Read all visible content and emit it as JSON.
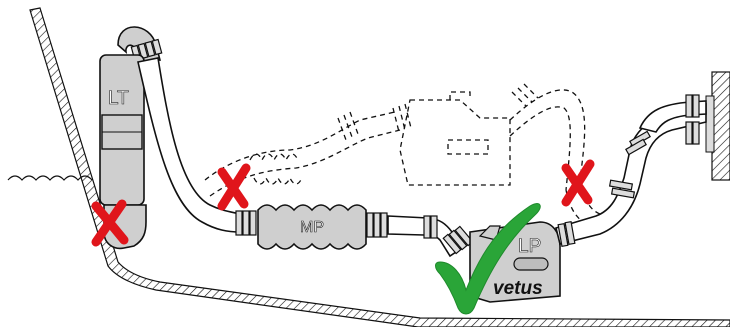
{
  "labels": {
    "lt": "LT",
    "mp": "MP",
    "lp": "LP",
    "brand": "vetus"
  },
  "colors": {
    "hull_line": "#111111",
    "component_fill": "#cfcfcf",
    "hose_fill": "#ffffff",
    "wrong_mark": "#e0151b",
    "correct_mark": "#2aa538"
  },
  "icons": {
    "wrong": "red-cross",
    "correct": "green-checkmark"
  }
}
